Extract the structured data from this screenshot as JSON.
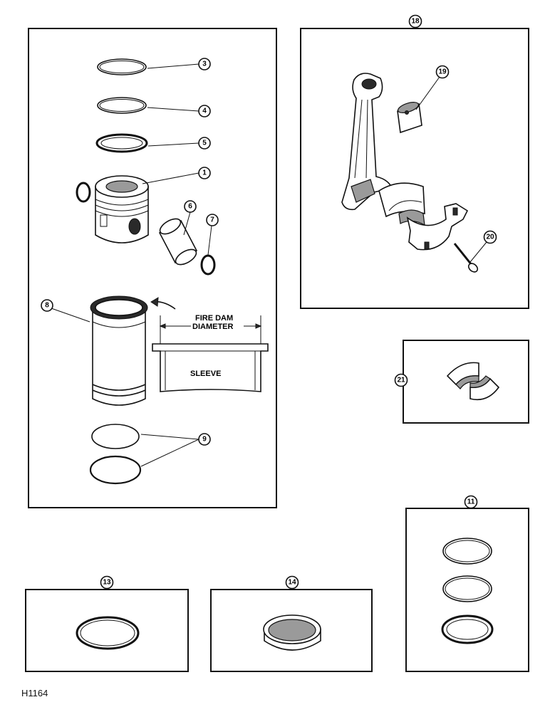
{
  "figure_id": "H1164",
  "labels": {
    "fire_dam": "FIRE DAM",
    "diameter": "DIAMETER",
    "sleeve": "SLEEVE"
  },
  "callouts": {
    "c1": "1",
    "c3": "3",
    "c4": "4",
    "c5": "5",
    "c6": "6",
    "c7": "7",
    "c8": "8",
    "c9": "9",
    "c11": "11",
    "c13": "13",
    "c14": "14",
    "c18": "18",
    "c19": "19",
    "c20": "20",
    "c21": "21"
  }
}
